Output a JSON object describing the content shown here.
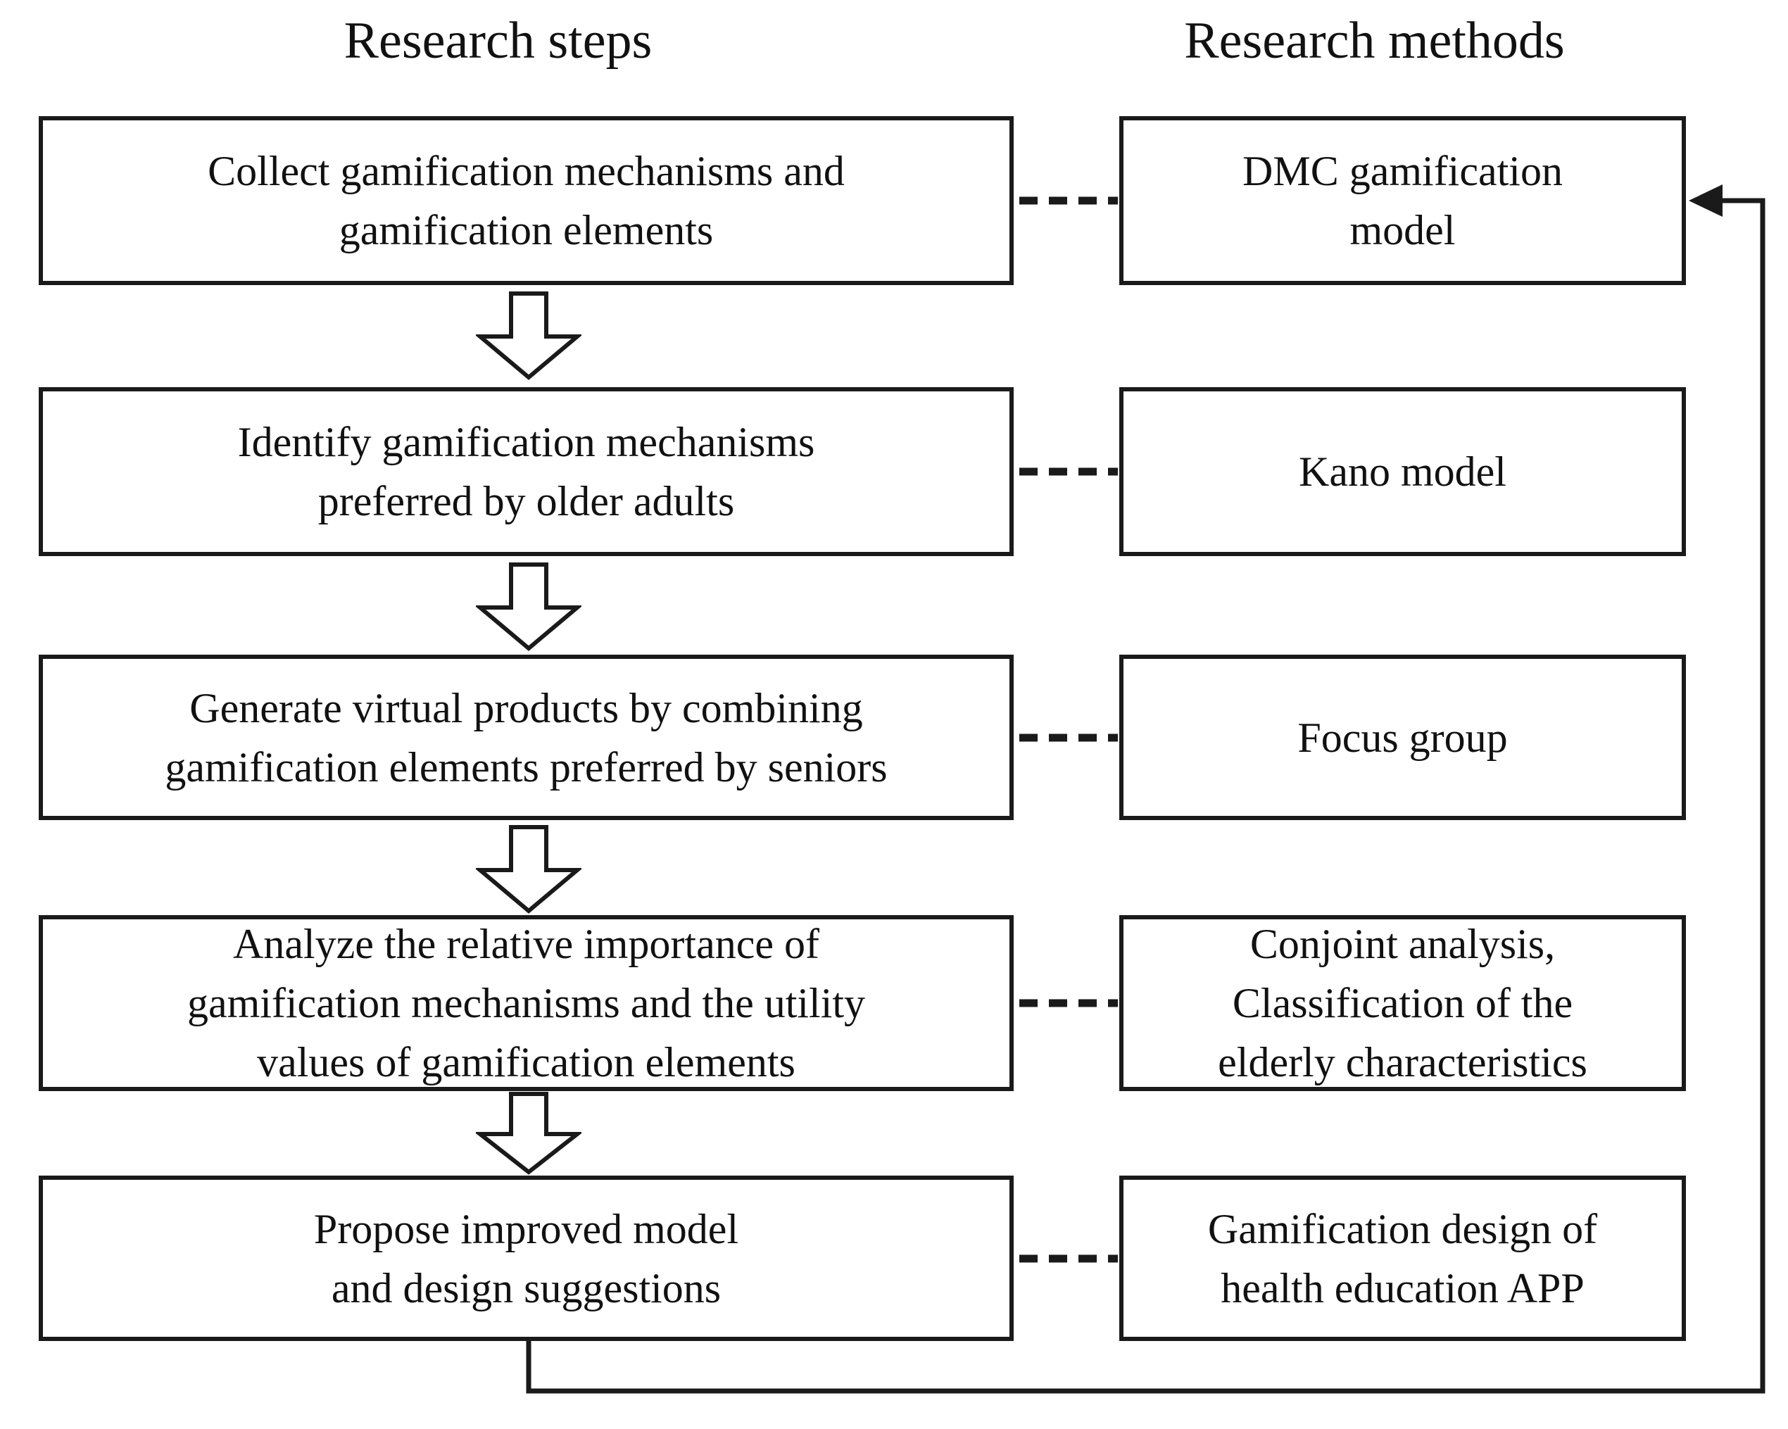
{
  "headers": {
    "steps": "Research steps",
    "methods": "Research methods"
  },
  "rows": [
    {
      "step_lines": [
        "Collect gamification mechanisms and",
        "gamification elements"
      ],
      "method_lines": [
        "DMC gamification",
        "model"
      ]
    },
    {
      "step_lines": [
        "Identify gamification mechanisms",
        "preferred by older adults"
      ],
      "method_lines": [
        "Kano model"
      ]
    },
    {
      "step_lines": [
        "Generate virtual products by combining",
        "gamification elements preferred by seniors"
      ],
      "method_lines": [
        "Focus group"
      ]
    },
    {
      "step_lines": [
        "Analyze the relative importance of",
        "gamification mechanisms and the utility",
        "values of gamification elements"
      ],
      "method_lines": [
        "Conjoint analysis,",
        "Classification of the",
        "elderly characteristics"
      ]
    },
    {
      "step_lines": [
        "Propose improved model",
        "and design suggestions"
      ],
      "method_lines": [
        "Gamification design of",
        "health education APP"
      ]
    }
  ],
  "icons": {
    "down_arrow": "down-arrow",
    "feedback_arrow": "left-arrowhead",
    "connector": "dashed-line"
  },
  "colors": {
    "line": "#1a1a1a",
    "box_border": "#1a1a1a",
    "box_fill": "#ffffff",
    "background": "#ffffff",
    "text": "#111111"
  }
}
